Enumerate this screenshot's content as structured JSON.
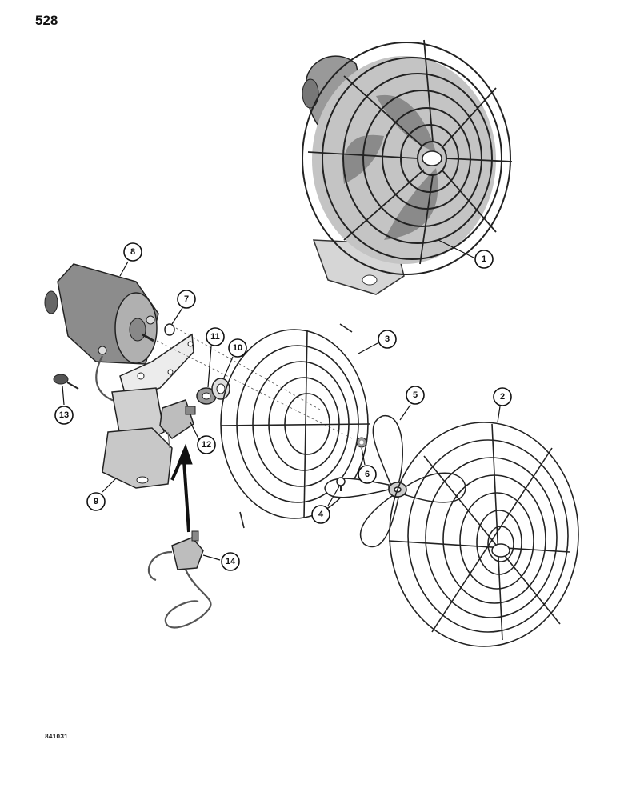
{
  "page": {
    "number": "528",
    "figure_code": "841031"
  },
  "callouts": [
    {
      "label": "1"
    },
    {
      "label": "2"
    },
    {
      "label": "3"
    },
    {
      "label": "4"
    },
    {
      "label": "5"
    },
    {
      "label": "6"
    },
    {
      "label": "7"
    },
    {
      "label": "8"
    },
    {
      "label": "9"
    },
    {
      "label": "10"
    },
    {
      "label": "11"
    },
    {
      "label": "12"
    },
    {
      "label": "13"
    },
    {
      "label": "14"
    }
  ]
}
